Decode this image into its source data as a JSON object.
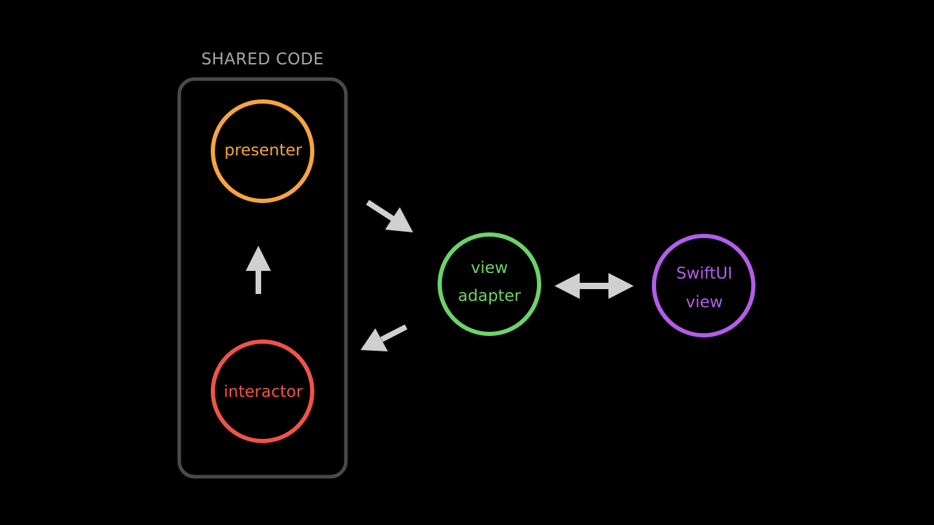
{
  "group": {
    "label": "SHARED CODE"
  },
  "nodes": {
    "presenter": {
      "label": "presenter",
      "color": "#F5A540"
    },
    "interactor": {
      "label": "interactor",
      "color": "#EE5447"
    },
    "view_adapter": {
      "lines": [
        "view",
        "adapter"
      ],
      "color": "#6CD36A"
    },
    "swiftui_view": {
      "lines": [
        "SwiftUI",
        "view"
      ],
      "color": "#B25EE8"
    }
  },
  "colors": {
    "background": "#000000",
    "group_border": "#4A4A4A",
    "group_label": "#A8A8A8",
    "arrow": "#D0D0D0"
  }
}
